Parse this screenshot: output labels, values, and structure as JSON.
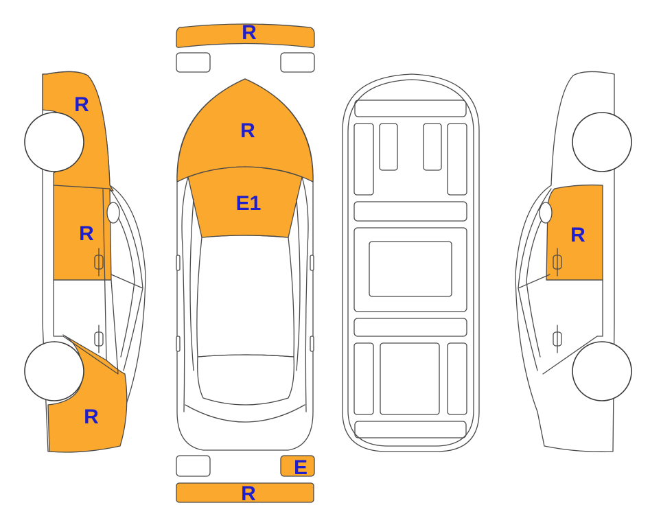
{
  "colors": {
    "damage_fill": "#FBA82E",
    "label_color": "#1E1ECC",
    "outline": "#4a4a4a"
  },
  "labels": {
    "front_bumper": "R",
    "hood": "R",
    "windshield": "E1",
    "left_front_fender": "R",
    "left_front_door": "R",
    "left_rear_quarter": "R",
    "right_front_door": "R",
    "right_tail_light": "E",
    "rear_bumper": "R"
  }
}
